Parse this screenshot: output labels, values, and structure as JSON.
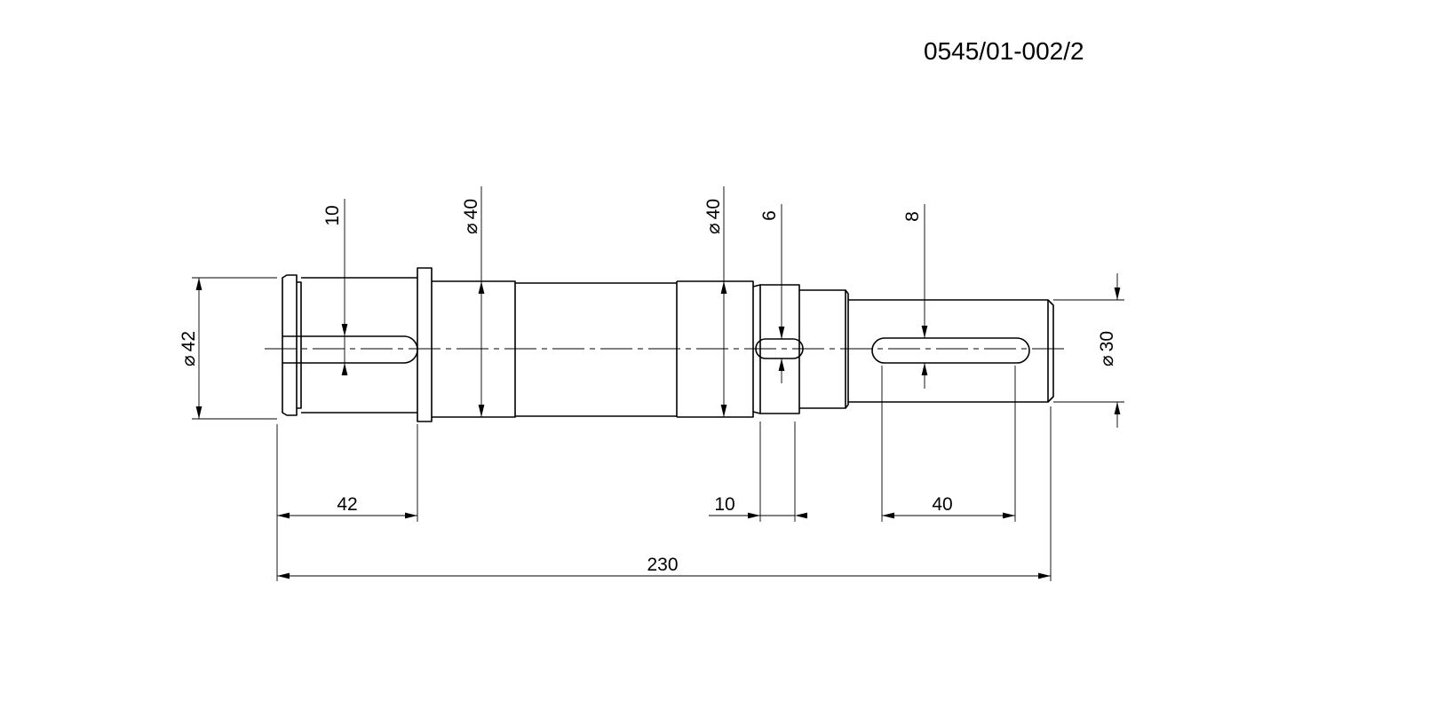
{
  "drawing_number": "0545/01-002/2",
  "dimensions": {
    "d42": "42",
    "d40_a": "40",
    "d40_b": "40",
    "d30": "30",
    "key_width_left": "10",
    "key_width_groove": "6",
    "key_width_right": "8",
    "len_42": "42",
    "len_10": "10",
    "len_40": "40",
    "len_230": "230"
  },
  "diameter_symbol": "⌀",
  "colors": {
    "line": "#000000",
    "background": "#ffffff"
  }
}
